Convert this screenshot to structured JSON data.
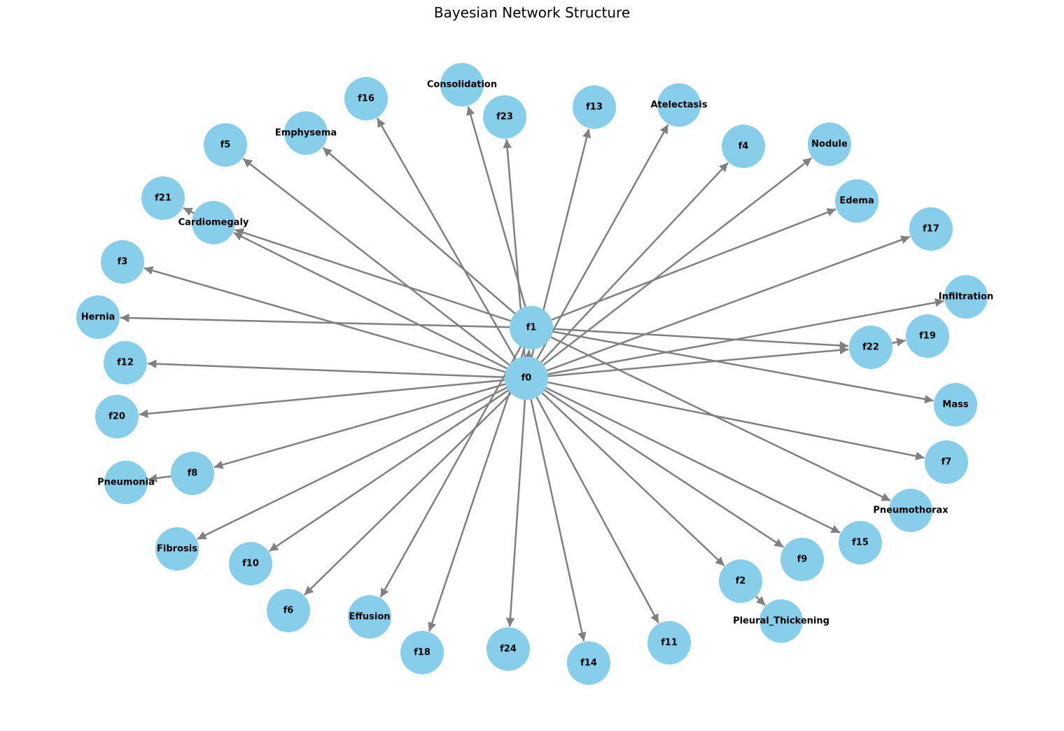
{
  "title": "Bayesian Network Structure",
  "colors": {
    "node": "#87CEEB",
    "edge": "#808080",
    "label": "#000000"
  },
  "nodes": [
    "f0",
    "f1",
    "f2",
    "f3",
    "f4",
    "f5",
    "f6",
    "f7",
    "f8",
    "f9",
    "f10",
    "f11",
    "f12",
    "f13",
    "f14",
    "f15",
    "f16",
    "f17",
    "f18",
    "f19",
    "f20",
    "f21",
    "f22",
    "f23",
    "f24",
    "Consolidation",
    "Atelectasis",
    "Emphysema",
    "Nodule",
    "Edema",
    "Cardiomegaly",
    "Infiltration",
    "Hernia",
    "Mass",
    "Pneumonia",
    "Pneumothorax",
    "Fibrosis",
    "Effusion",
    "Pleural_Thickening"
  ],
  "edges": [
    [
      "f0",
      "f1"
    ],
    [
      "f0",
      "f16"
    ],
    [
      "f0",
      "f5"
    ],
    [
      "f0",
      "f23"
    ],
    [
      "f0",
      "f13"
    ],
    [
      "f0",
      "Atelectasis"
    ],
    [
      "f0",
      "f4"
    ],
    [
      "f0",
      "Nodule"
    ],
    [
      "f0",
      "f17"
    ],
    [
      "f0",
      "Cardiomegaly"
    ],
    [
      "f0",
      "f3"
    ],
    [
      "f0",
      "f12"
    ],
    [
      "f0",
      "f20"
    ],
    [
      "f0",
      "f8"
    ],
    [
      "f0",
      "Fibrosis"
    ],
    [
      "f0",
      "f10"
    ],
    [
      "f0",
      "f6"
    ],
    [
      "f0",
      "f24"
    ],
    [
      "f0",
      "f14"
    ],
    [
      "f0",
      "f11"
    ],
    [
      "f0",
      "f2"
    ],
    [
      "f0",
      "f9"
    ],
    [
      "f0",
      "f15"
    ],
    [
      "f0",
      "f7"
    ],
    [
      "f0",
      "f22"
    ],
    [
      "f0",
      "Infiltration"
    ],
    [
      "f1",
      "Consolidation"
    ],
    [
      "f1",
      "Emphysema"
    ],
    [
      "f1",
      "Cardiomegaly"
    ],
    [
      "f1",
      "Hernia"
    ],
    [
      "f1",
      "Edema"
    ],
    [
      "f1",
      "f22"
    ],
    [
      "f1",
      "Mass"
    ],
    [
      "f1",
      "Pneumothorax"
    ],
    [
      "f1",
      "Effusion"
    ],
    [
      "f1",
      "f18"
    ],
    [
      "f8",
      "Pneumonia"
    ],
    [
      "f22",
      "f19"
    ],
    [
      "f2",
      "Pleural_Thickening"
    ],
    [
      "Cardiomegaly",
      "f21"
    ]
  ]
}
